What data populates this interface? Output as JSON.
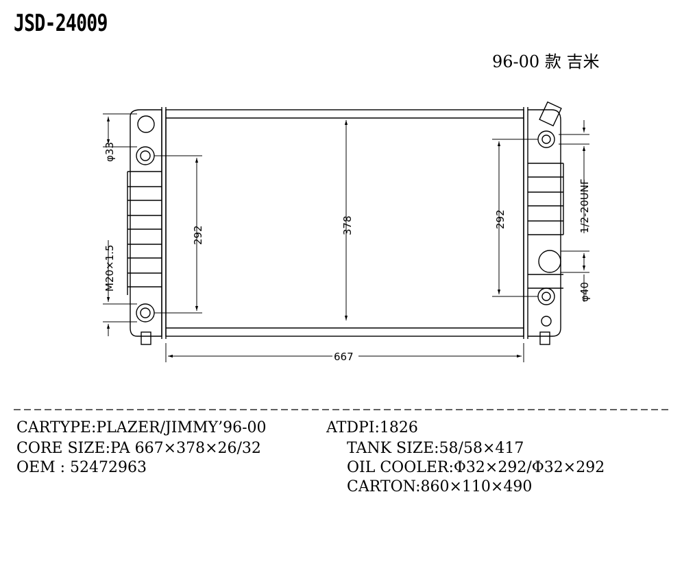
{
  "header": {
    "part_number": "JSD-24009",
    "model_years": "96-00 款 吉米"
  },
  "drawing": {
    "dim_total_width": "667",
    "dim_core_height": "378",
    "dim_left_cooler": "292",
    "dim_right_cooler": "292",
    "dim_left_inlet": "φ33",
    "dim_left_thread": "M20×1.5",
    "dim_right_thread": "1/2-20UNF",
    "dim_right_outlet": "φ40"
  },
  "specs": {
    "cartype": "CARTYPE:PLAZER/JIMMY’96-00",
    "atdpi": "ATDPI:1826",
    "core_size": "CORE SIZE:PA 667×378×26/32",
    "tank_size": "TANK SIZE:58/58×417",
    "oem": "OEM : 52472963",
    "oil_cooler": "OIL COOLER:Φ32×292/Φ32×292",
    "carton": "CARTON:860×110×490"
  }
}
